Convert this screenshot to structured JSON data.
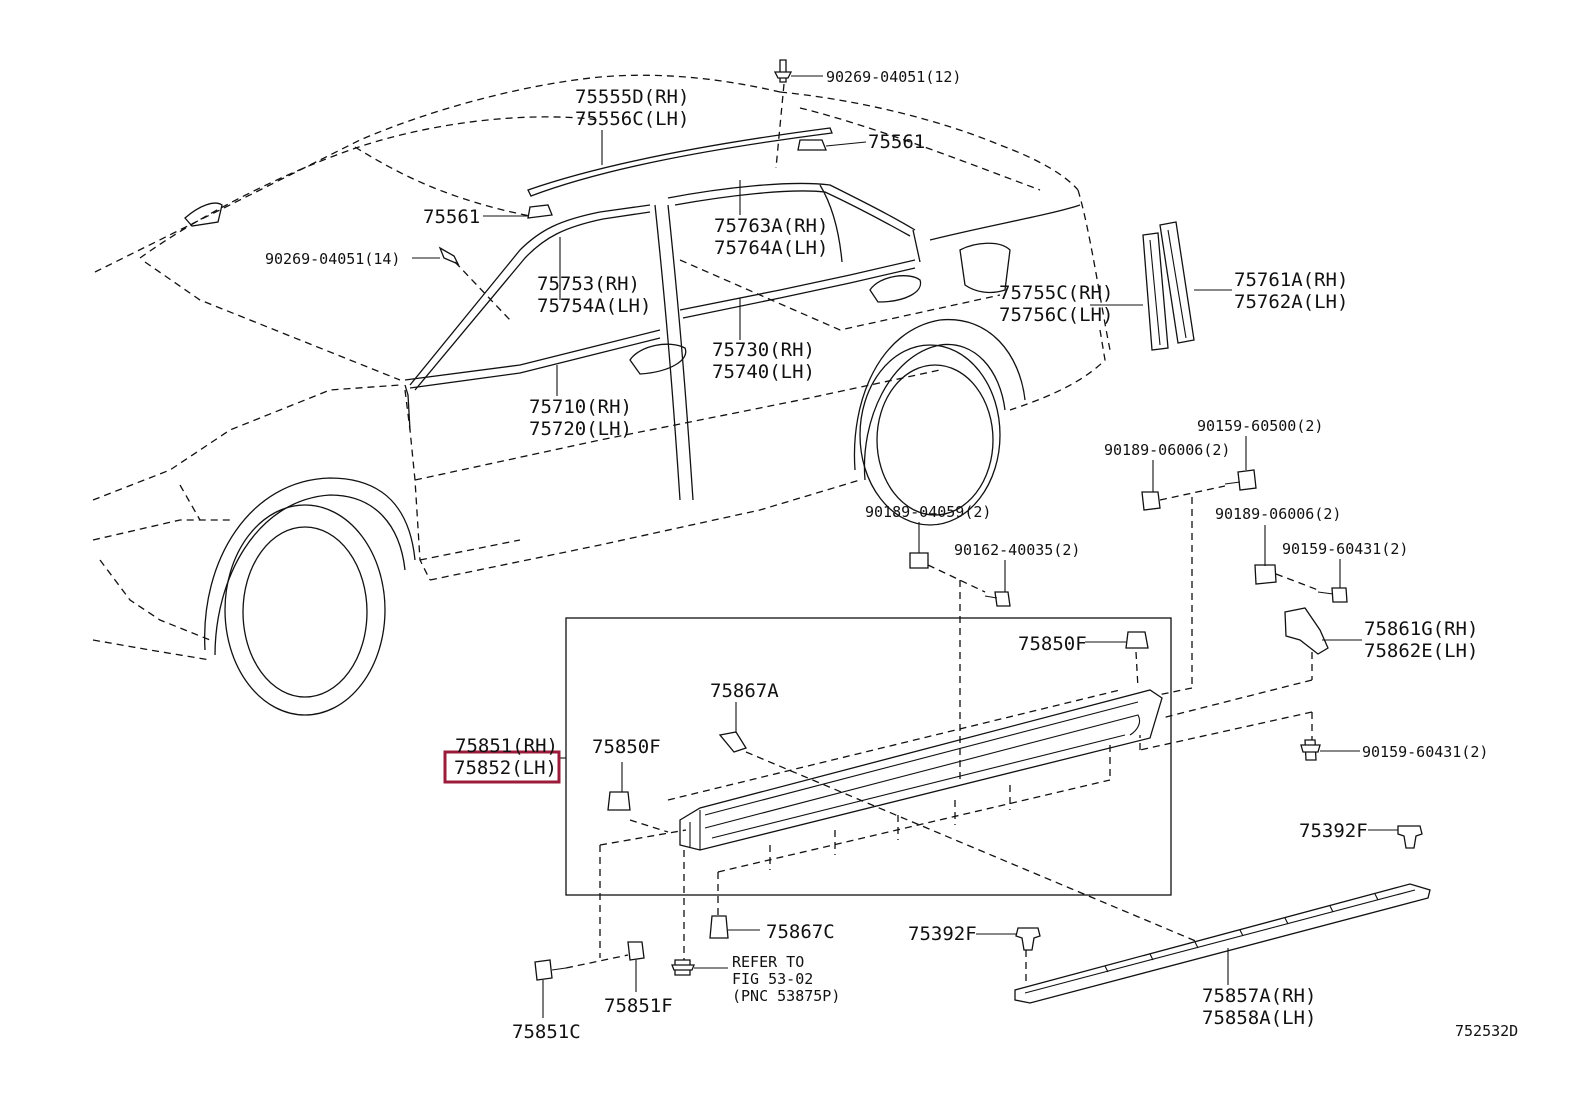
{
  "diagram_id": "752532D",
  "highlight_color": "#9b1b3a",
  "callouts": {
    "clip_roof_top": "90269-04051(12)",
    "roof_molding_rh": "75555D(RH)",
    "roof_molding_lh": "75556C(LH)",
    "clip_75561_top": "75561",
    "clip_75561_left": "75561",
    "clip_roof_left": "90269-04051(14)",
    "rear_window_molding_rh": "75763A(RH)",
    "rear_window_molding_lh": "75764A(LH)",
    "front_window_molding_rh": "75753(RH)",
    "front_window_molding_lh": "75754A(LH)",
    "quarter_molding_rh": "75755C(RH)",
    "quarter_molding_lh": "75756C(LH)",
    "pillar_garnish_rh": "75761A(RH)",
    "pillar_garnish_lh": "75762A(LH)",
    "rear_belt_molding_rh": "75730(RH)",
    "rear_belt_molding_lh": "75740(LH)",
    "front_belt_molding_rh": "75710(RH)",
    "front_belt_molding_lh": "75720(LH)",
    "screw_60500": "90159-60500(2)",
    "nut_06006_a": "90189-06006(2)",
    "nut_06006_b": "90189-06006(2)",
    "nut_04059": "90189-04059(2)",
    "screw_40035": "90162-40035(2)",
    "screw_60431_a": "90159-60431(2)",
    "screw_60431_b": "90159-60431(2)",
    "bracket_rh": "75861G(RH)",
    "bracket_lh": "75862E(LH)",
    "clip_75850f_top": "75850F",
    "clip_75850f_left": "75850F",
    "clip_75867a": "75867A",
    "rocker_rh": "75851(RH)",
    "rocker_lh": "75852(LH)",
    "clip_75392f_right": "75392F",
    "clip_75392f_left": "75392F",
    "clip_75867c": "75867C",
    "clip_75851f": "75851F",
    "screw_75851c": "75851C",
    "refer_line1": "REFER TO",
    "refer_line2": "FIG 53-02",
    "refer_line3": "(PNC 53875P)",
    "sill_molding_rh": "75857A(RH)",
    "sill_molding_lh": "75858A(LH)"
  }
}
